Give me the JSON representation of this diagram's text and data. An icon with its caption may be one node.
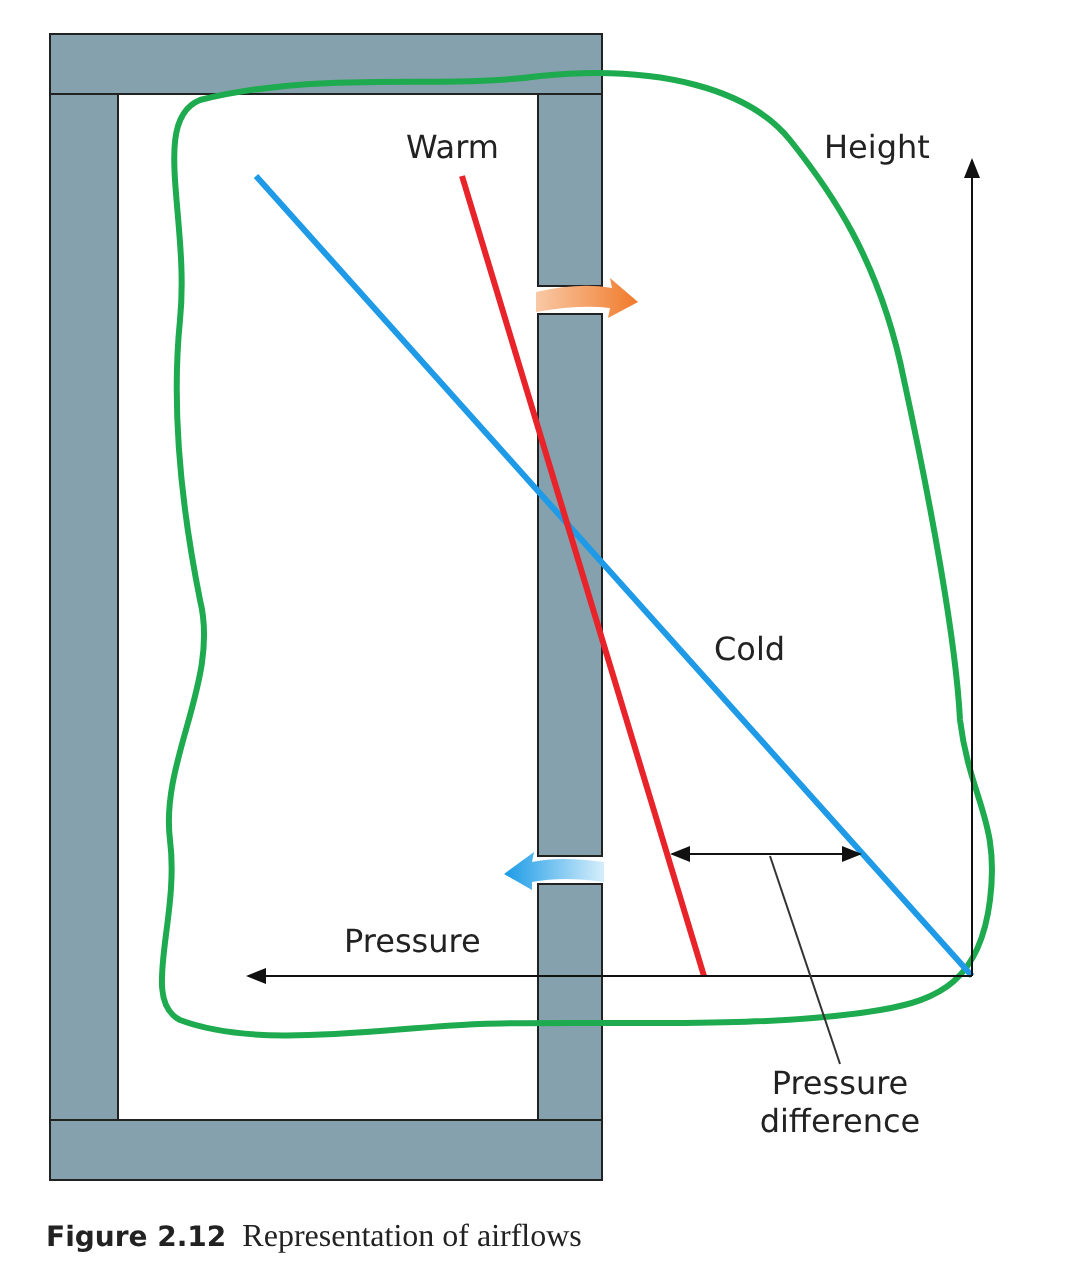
{
  "diagram": {
    "caption": "**Figure 2.12** Representation of airflows",
    "nodes": [
      {
        "text": [
          "Pressure difference"
        ]
      },
      {
        "text": [],
        "shape": "arrow"
      }
    ],
    "edges": [
      {
        "from": 0,
        "to": 1,
        "arrow": "none"
      }
    ],
    "labels": [
      "Warm",
      "Height",
      "Cold",
      "Pressure"
    ]
  }
}
